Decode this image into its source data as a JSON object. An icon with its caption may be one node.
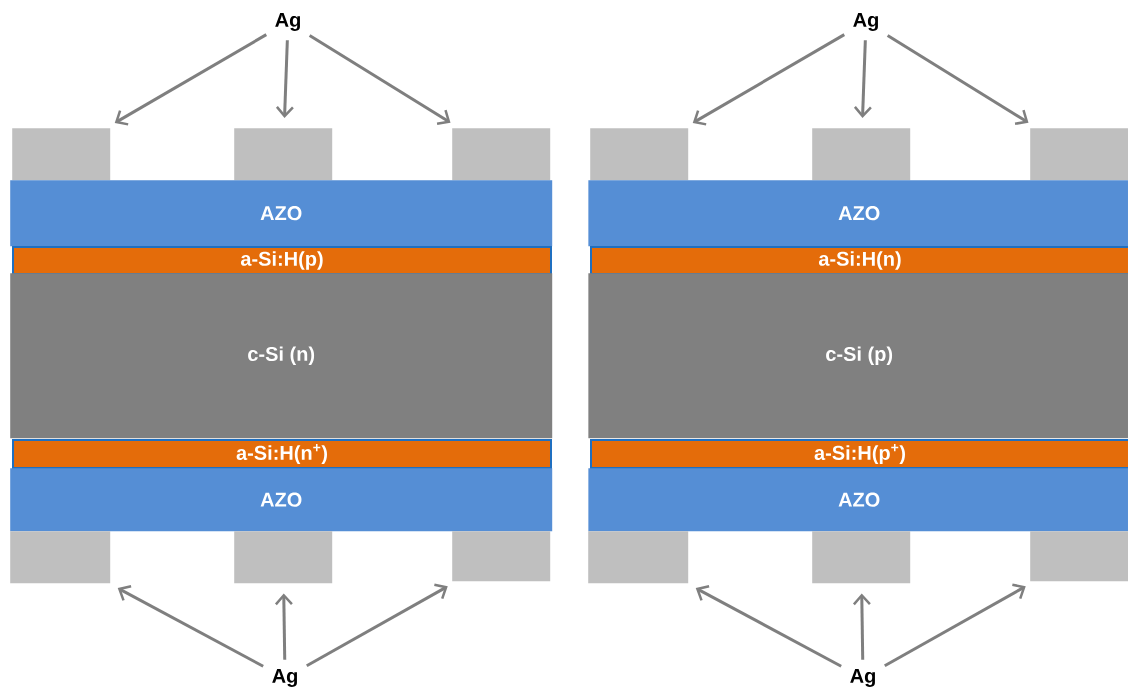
{
  "diagram": {
    "nodes": [
      {
        "text": [
          "Ag"
        ]
      },
      {
        "text": [],
        "shape": "box"
      },
      {
        "text": [],
        "shape": "box"
      },
      {
        "text": [],
        "shape": "box"
      },
      {
        "text": [
          "AZO"
        ]
      },
      {
        "text": [
          "a-Si:H(p)"
        ]
      },
      {
        "text": [
          "c-Si (n)"
        ]
      },
      {
        "text": [
          "a-Si:H(n$^{+}$)"
        ]
      },
      {
        "text": [
          "AZO"
        ]
      },
      {
        "text": [],
        "shape": "box"
      },
      {
        "text": [],
        "shape": "box"
      },
      {
        "text": [],
        "shape": "box"
      },
      {
        "text": [
          "Ag"
        ]
      },
      {
        "text": [
          "Ag"
        ]
      },
      {
        "text": [],
        "shape": "box"
      },
      {
        "text": [],
        "shape": "box"
      },
      {
        "text": [],
        "shape": "box"
      },
      {
        "text": [
          "AZO"
        ]
      },
      {
        "text": [
          "a-Si:H(n)"
        ]
      },
      {
        "text": [
          "c-Si (p)"
        ]
      },
      {
        "text": [
          "a-Si:H(p$^{+}$)"
        ]
      },
      {
        "text": [
          "AZO"
        ]
      },
      {
        "text": [],
        "shape": "box"
      },
      {
        "text": [],
        "shape": "box"
      },
      {
        "text": [],
        "shape": "box"
      },
      {
        "text": [
          "Ag"
        ]
      }
    ],
    "edges": [
      {
        "from": 0,
        "to": 1,
        "arrow": "to"
      },
      {
        "from": 0,
        "to": 2,
        "arrow": "to"
      },
      {
        "from": 0,
        "to": 3,
        "arrow": "to"
      },
      {
        "from": 12,
        "to": 9,
        "arrow": "to"
      },
      {
        "from": 12,
        "to": 10,
        "arrow": "to"
      },
      {
        "from": 12,
        "to": 11,
        "arrow": "to"
      },
      {
        "from": 13,
        "to": 14,
        "arrow": "to"
      },
      {
        "from": 13,
        "to": 15,
        "arrow": "to"
      },
      {
        "from": 13,
        "to": 16,
        "arrow": "to"
      },
      {
        "from": 25,
        "to": 22,
        "arrow": "to"
      },
      {
        "from": 25,
        "to": 23,
        "arrow": "to"
      },
      {
        "from": 25,
        "to": 24,
        "arrow": "to"
      }
    ]
  }
}
